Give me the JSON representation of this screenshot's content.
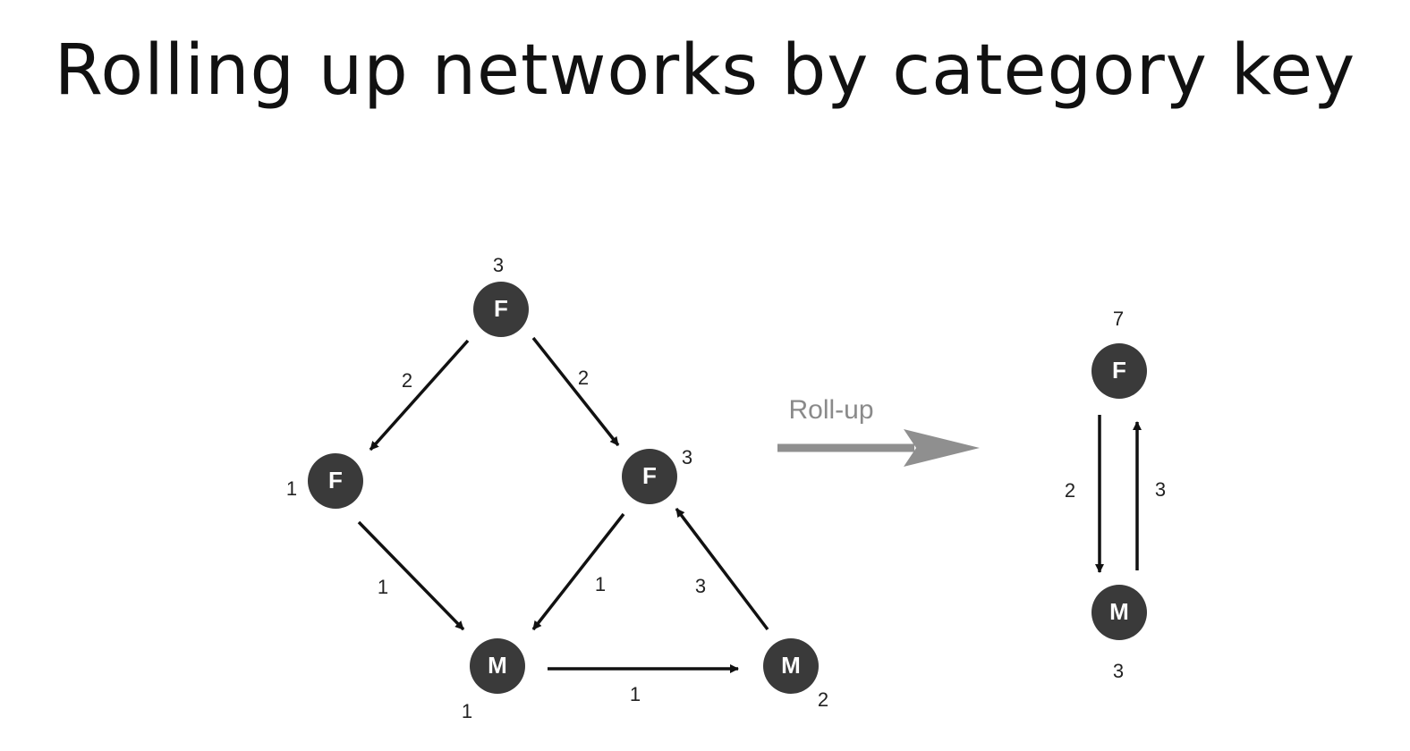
{
  "title": "Rolling up networks by category key",
  "rollup_label": "Roll-up",
  "colors": {
    "node": "#3a3a3a",
    "edge": "#111111",
    "rollup_arrow": "#8f8f8f"
  },
  "original_network": {
    "nodes": [
      {
        "id": "f_top",
        "category": "F",
        "weight": "3"
      },
      {
        "id": "f_left",
        "category": "F",
        "weight": "1"
      },
      {
        "id": "f_right",
        "category": "F",
        "weight": "3"
      },
      {
        "id": "m_left",
        "category": "M",
        "weight": "1"
      },
      {
        "id": "m_right",
        "category": "M",
        "weight": "2"
      }
    ],
    "edges": [
      {
        "id": "e1",
        "from": "f_top",
        "to": "f_left",
        "weight": "2"
      },
      {
        "id": "e2",
        "from": "f_top",
        "to": "f_right",
        "weight": "2"
      },
      {
        "id": "e3",
        "from": "f_left",
        "to": "m_left",
        "weight": "1"
      },
      {
        "id": "e4",
        "from": "f_right",
        "to": "m_left",
        "weight": "1"
      },
      {
        "id": "e5",
        "from": "m_right",
        "to": "f_right",
        "weight": "3"
      },
      {
        "id": "e6",
        "from": "m_left",
        "to": "m_right",
        "weight": "1"
      }
    ]
  },
  "rolled_up_network": {
    "nodes": [
      {
        "id": "f",
        "category": "F",
        "weight": "7"
      },
      {
        "id": "m",
        "category": "M",
        "weight": "3"
      }
    ],
    "edges": [
      {
        "id": "r1",
        "from": "f",
        "to": "m",
        "weight": "2"
      },
      {
        "id": "r2",
        "from": "m",
        "to": "f",
        "weight": "3"
      }
    ]
  }
}
